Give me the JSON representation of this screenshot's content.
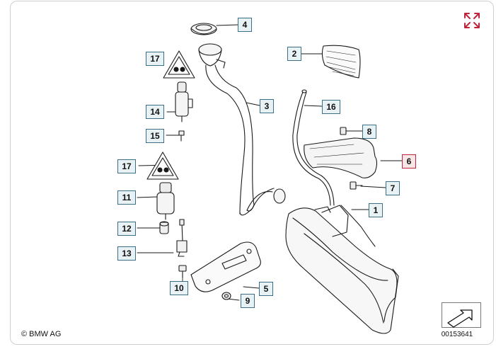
{
  "copyright": "© BMW AG",
  "diagram_ref": "00153641",
  "icons": {
    "expand": "expand-arrows-icon",
    "next_page": "next-arrow-icon"
  },
  "colors": {
    "callout_border": "#3a6f86",
    "callout_fill": "#e8f1f4",
    "active_callout": "#c0243a",
    "expand_icon": "#c0243a"
  },
  "callouts": {
    "c1": "1",
    "c2": "2",
    "c3": "3",
    "c4": "4",
    "c5": "5",
    "c6": "6",
    "c7": "7",
    "c8": "8",
    "c9": "9",
    "c10": "10",
    "c11": "11",
    "c12": "12",
    "c13": "13",
    "c14": "14",
    "c15": "15",
    "c16": "16",
    "c17a": "17",
    "c17b": "17"
  },
  "active_callout": "6"
}
